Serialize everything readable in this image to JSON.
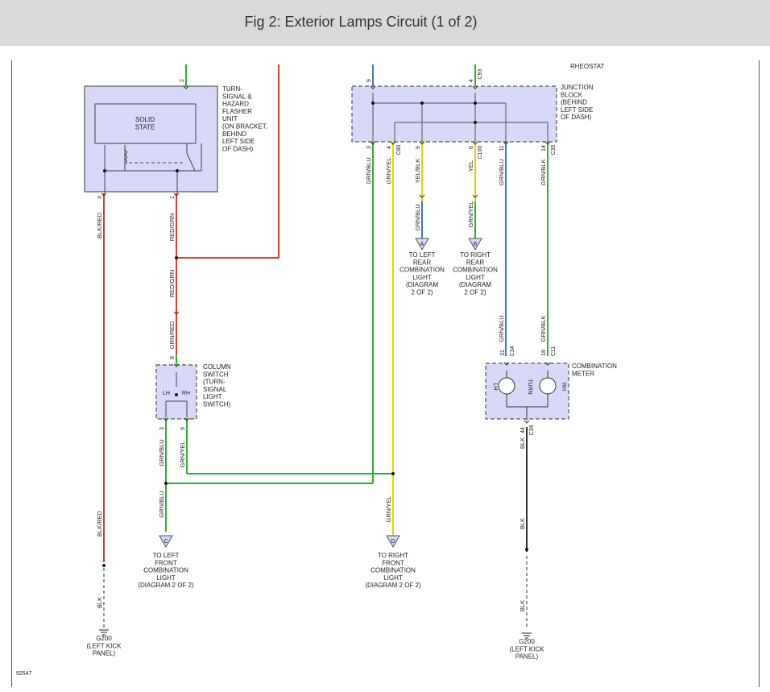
{
  "header": {
    "title": "Fig 2: Exterior Lamps Circuit (1 of 2)"
  },
  "figure_id": "92547",
  "colors": {
    "red": "#e03c28",
    "green": "#2fae2f",
    "blue": "#3a78c8",
    "yellow": "#e6d200",
    "black": "#333333",
    "box_fill": "#d8d8f8"
  },
  "labels": {
    "rheostat": "RHEOSTAT",
    "flasher": [
      "TURN-",
      "SIGNAL &",
      "HAZARD",
      "FLASHER",
      "UNIT",
      "(ON BRACKET,",
      "BEHIND",
      "LEFT SIDE",
      "OF DASH)"
    ],
    "solid_state": [
      "SOLID",
      "STATE"
    ],
    "junction": [
      "JUNCTION",
      "BLOCK",
      "(BEHIND",
      "LEFT SIDE",
      "OF DASH)"
    ],
    "column": [
      "COLUMN",
      "SWITCH",
      "(TURN-",
      "SIGNAL",
      "LIGHT",
      "SWITCH)"
    ],
    "column_lh": "LH",
    "column_rh": "RH",
    "meter": [
      "COMBINATION",
      "METER"
    ],
    "meter_lh": "LH",
    "meter_rh": "RH",
    "meter_turn": "TURN",
    "to_left_rear": [
      "TO LEFT",
      "REAR",
      "COMBINATION",
      "LIGHT",
      "(DIAGRAM",
      "2 OF 2)"
    ],
    "to_right_rear": [
      "TO RIGHT",
      "REAR",
      "COMBINATION",
      "LIGHT",
      "(DIAGRAM",
      "2 OF 2)"
    ],
    "to_left_front": [
      "TO LEFT",
      "FRONT",
      "COMBINATION",
      "LIGHT",
      "(DIAGRAM 2 OF 2)"
    ],
    "to_right_front": [
      "TO RIGHT",
      "FRONT",
      "COMBINATION",
      "LIGHT",
      "(DIAGRAM 2 OF 2)"
    ],
    "g200_left": [
      "G200",
      "(LEFT KICK",
      "PANEL)"
    ],
    "g200_right": [
      "G200",
      "(LEFT KICK",
      "PANEL)"
    ],
    "conn_a": "A",
    "conn_b": "B",
    "conn_c": "C",
    "conn_d": "D"
  },
  "wires": {
    "blk_red": "BLK/RED",
    "red_grn": "RED/GRN",
    "grn_red": "GRN/RED",
    "grn_blu": "GRN/BLU",
    "grn_yel": "GRN/YEL",
    "yel_blk": "YEL/BLK",
    "yel": "YEL",
    "grn_blk": "GRN/BLK",
    "blk": "BLK"
  },
  "pins": {
    "flasher_top": "2",
    "flasher_left": "3",
    "flasher_right": "1",
    "jb_top_left": "9",
    "jb_top_mid": "4",
    "c93": "C93",
    "jb_b1": "3",
    "jb_b2": "4",
    "c80": "C80",
    "jb_b3": "9",
    "jb_b4": "6",
    "c100": "C100",
    "jb_b5": "11",
    "jb_b6": "14",
    "c35": "C35",
    "col_top": "8",
    "col_left": "3",
    "col_right": "9",
    "meter_l": "31",
    "c34": "C34",
    "meter_r": "18",
    "c11": "C11",
    "meter_bottom": "44",
    "c34b": "C34"
  }
}
